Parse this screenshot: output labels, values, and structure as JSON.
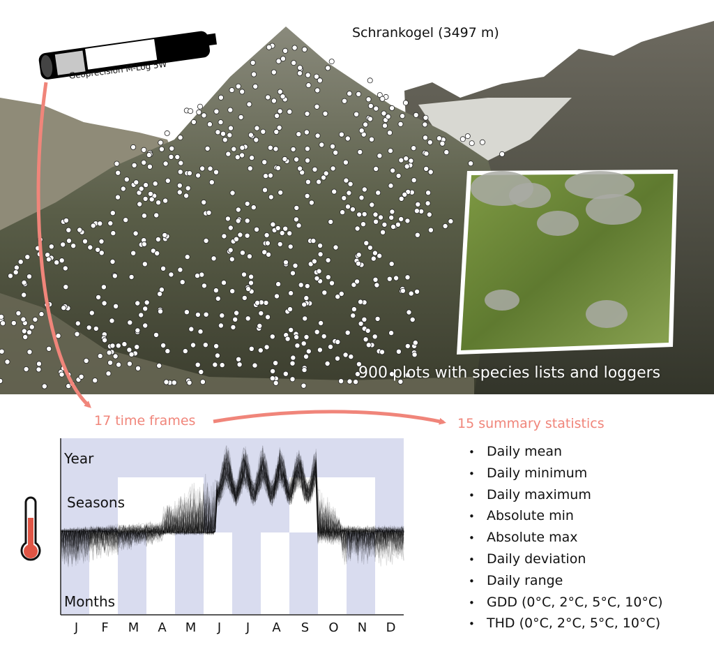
{
  "photo": {
    "peak_label": "Schrankogel (3497 m)",
    "plots_label": "900 plots with species lists and loggers",
    "logger_label": "Geoprecision M-Log 5W"
  },
  "flow": {
    "time_frames_label": "17 time frames",
    "summary_label": "15 summary statistics",
    "arrow_color": "#f0857a"
  },
  "chart": {
    "rows": {
      "year": "Year",
      "seasons": "Seasons",
      "months": "Months"
    },
    "months": [
      "J",
      "F",
      "M",
      "A",
      "M",
      "J",
      "J",
      "A",
      "S",
      "O",
      "N",
      "D"
    ],
    "band_color": "#d9dcef"
  },
  "stats": [
    "Daily mean",
    "Daily minimum",
    "Daily maximum",
    "Absolute min",
    "Absolute max",
    "Daily deviation",
    "Daily range",
    "GDD (0°C, 2°C, 5°C, 10°C)",
    "THD (0°C, 2°C, 5°C, 10°C)"
  ]
}
